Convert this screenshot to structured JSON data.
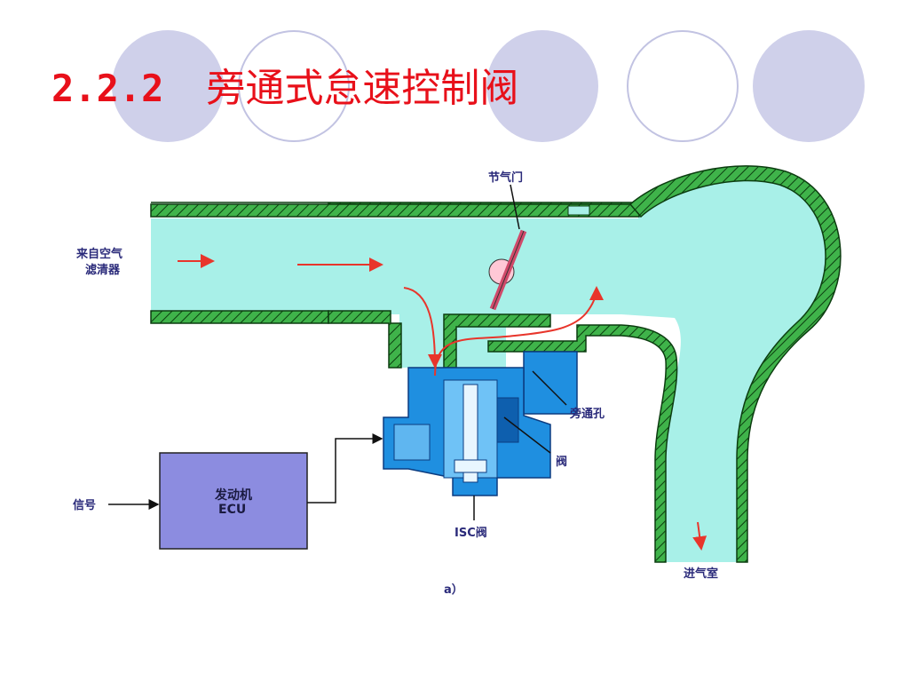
{
  "slide": {
    "number": "2.2.2",
    "title": "旁通式怠速控制阀"
  },
  "diagram": {
    "labels": {
      "air_in_line1": "来自空气",
      "air_in_line2": "滤清器",
      "throttle": "节气门",
      "bypass_hole": "旁通孔",
      "valve": "阀",
      "isc_valve": "ISC阀",
      "intake_chamber": "进气室",
      "signal": "信号",
      "ecu_line1": "发动机",
      "ecu_line2": "ECU",
      "caption": "a）"
    },
    "colors": {
      "air": "#a8f0e8",
      "wall": "#3fb34a",
      "valve_body": "#1f8fe0",
      "ecu_box": "#8c8ce0",
      "arrow": "#e8352b",
      "title": "#e8101a"
    }
  }
}
